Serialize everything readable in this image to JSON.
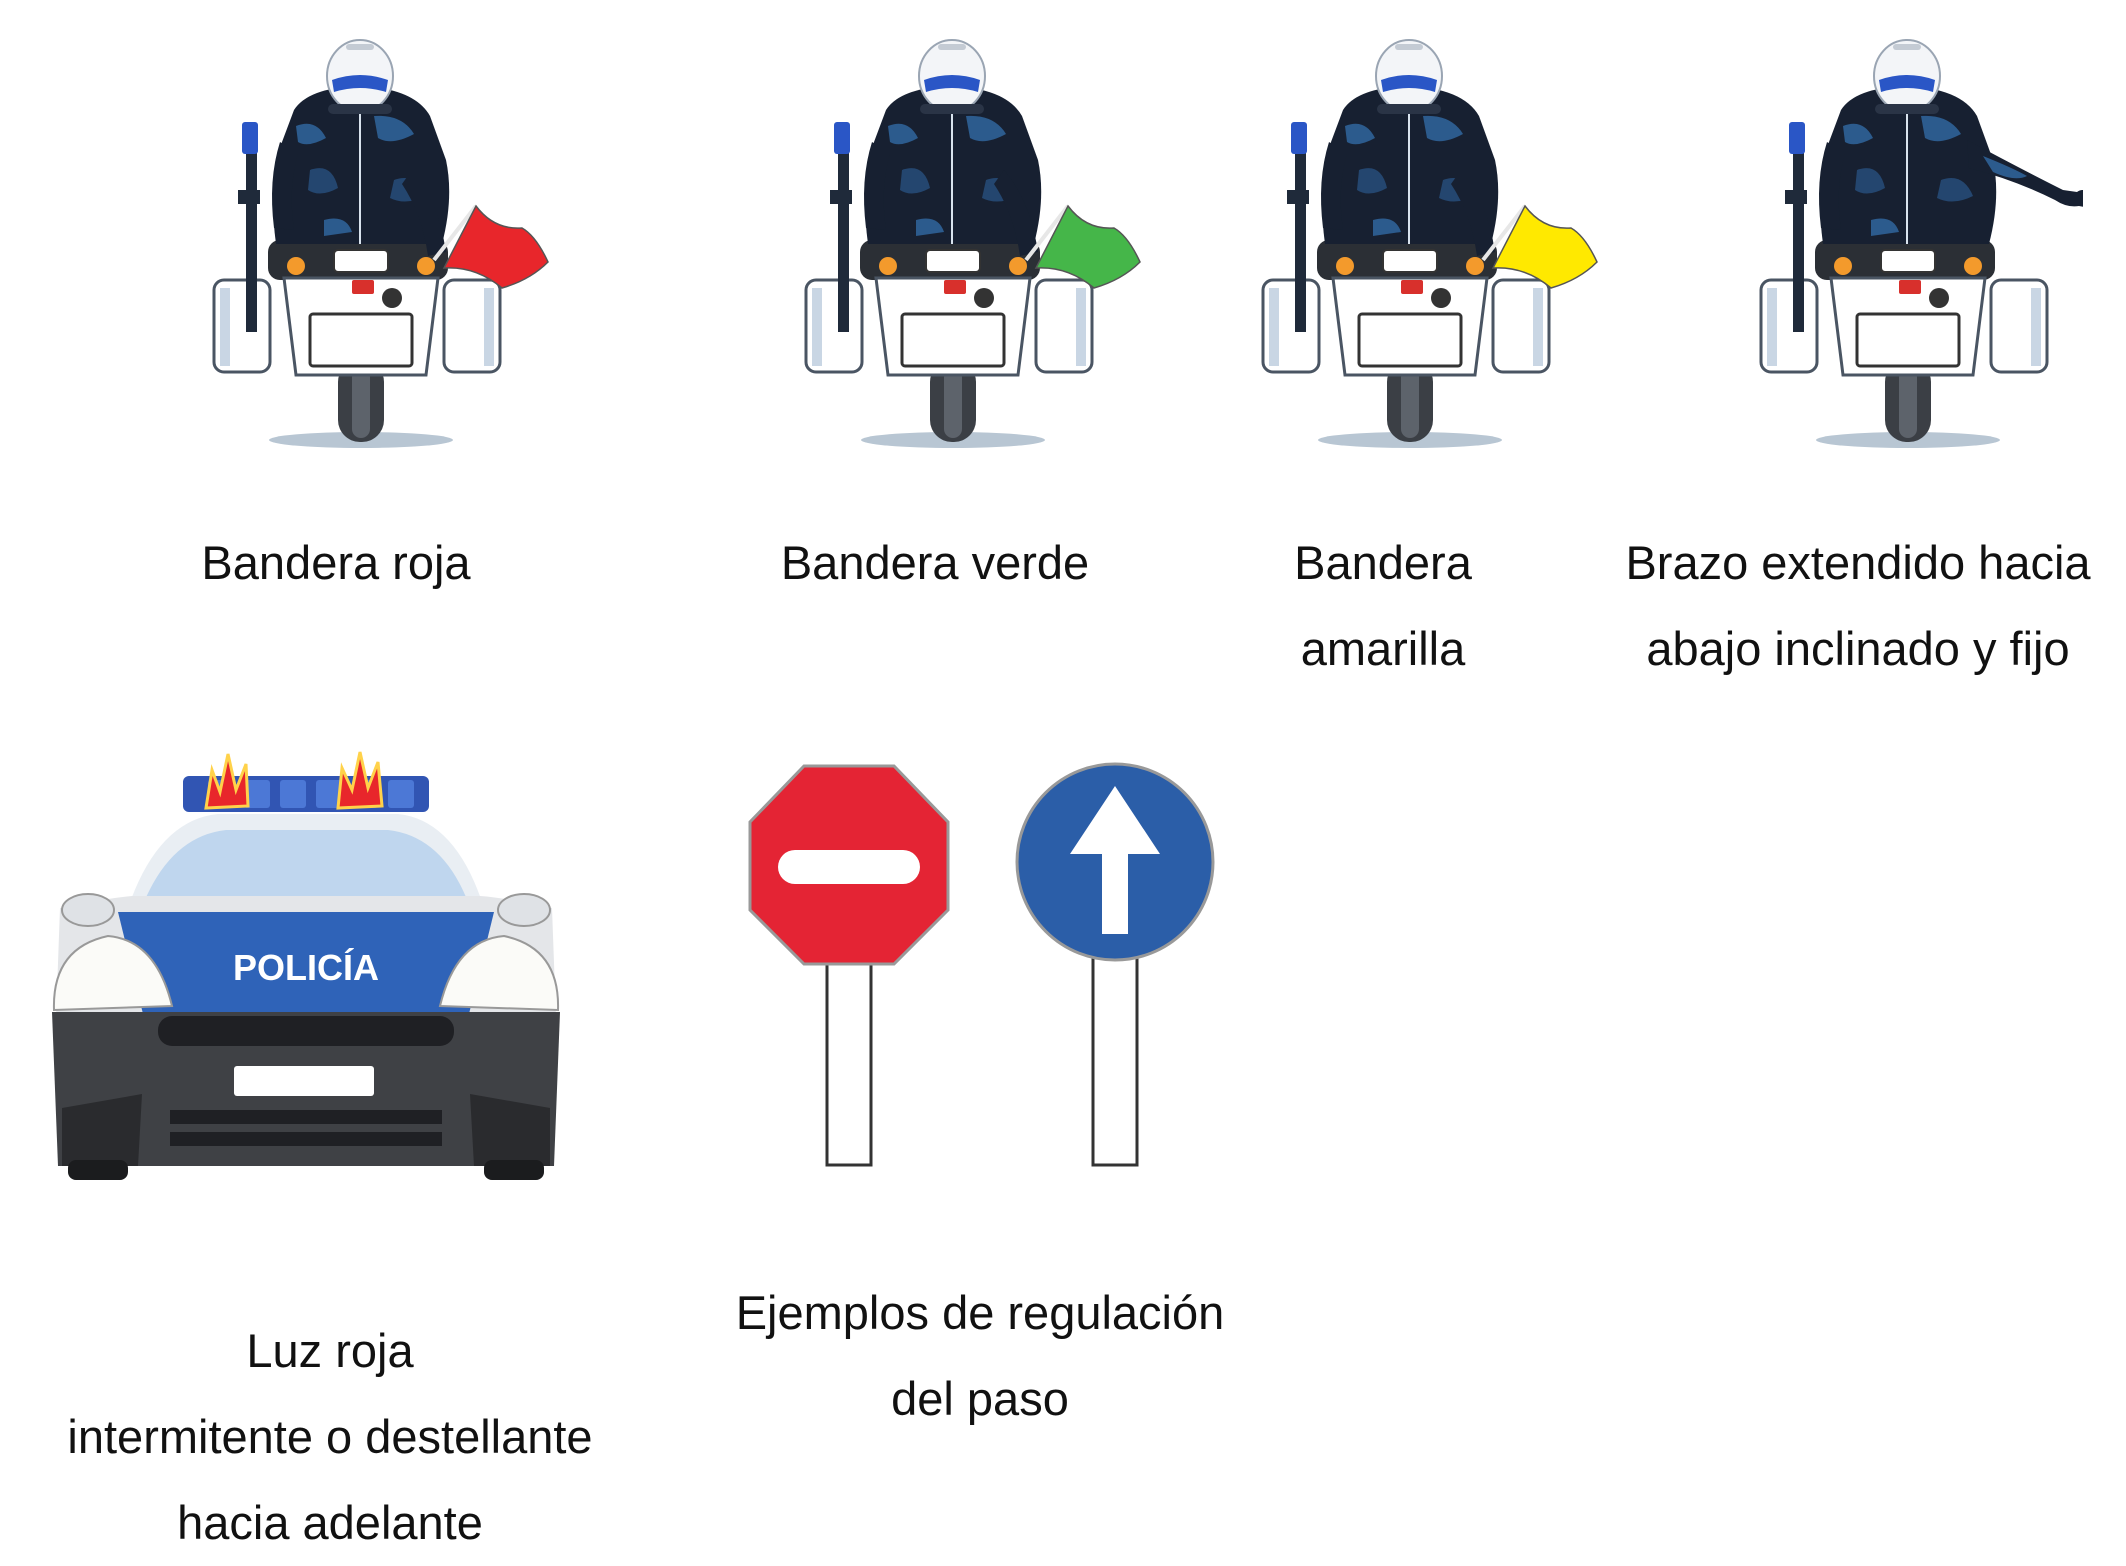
{
  "signals": [
    {
      "flag_color": "#e8262b",
      "caption": [
        "Bandera roja"
      ]
    },
    {
      "flag_color": "#45b649",
      "caption": [
        "Bandera verde"
      ]
    },
    {
      "flag_color": "#ffe900",
      "caption": [
        "Bandera",
        "amarilla"
      ]
    },
    {
      "flag_color": null,
      "caption": [
        "Brazo extendido hacia",
        "abajo inclinado y fijo"
      ]
    }
  ],
  "police_car": {
    "label": "POLICÍA",
    "light_color": "#e8262b",
    "caption": [
      "Luz roja",
      "intermitente o destellante",
      "hacia adelante"
    ]
  },
  "pass_regulation": {
    "signs": [
      "no-entry",
      "ahead-only"
    ],
    "caption": [
      "Ejemplos de regulación",
      "del paso"
    ]
  }
}
